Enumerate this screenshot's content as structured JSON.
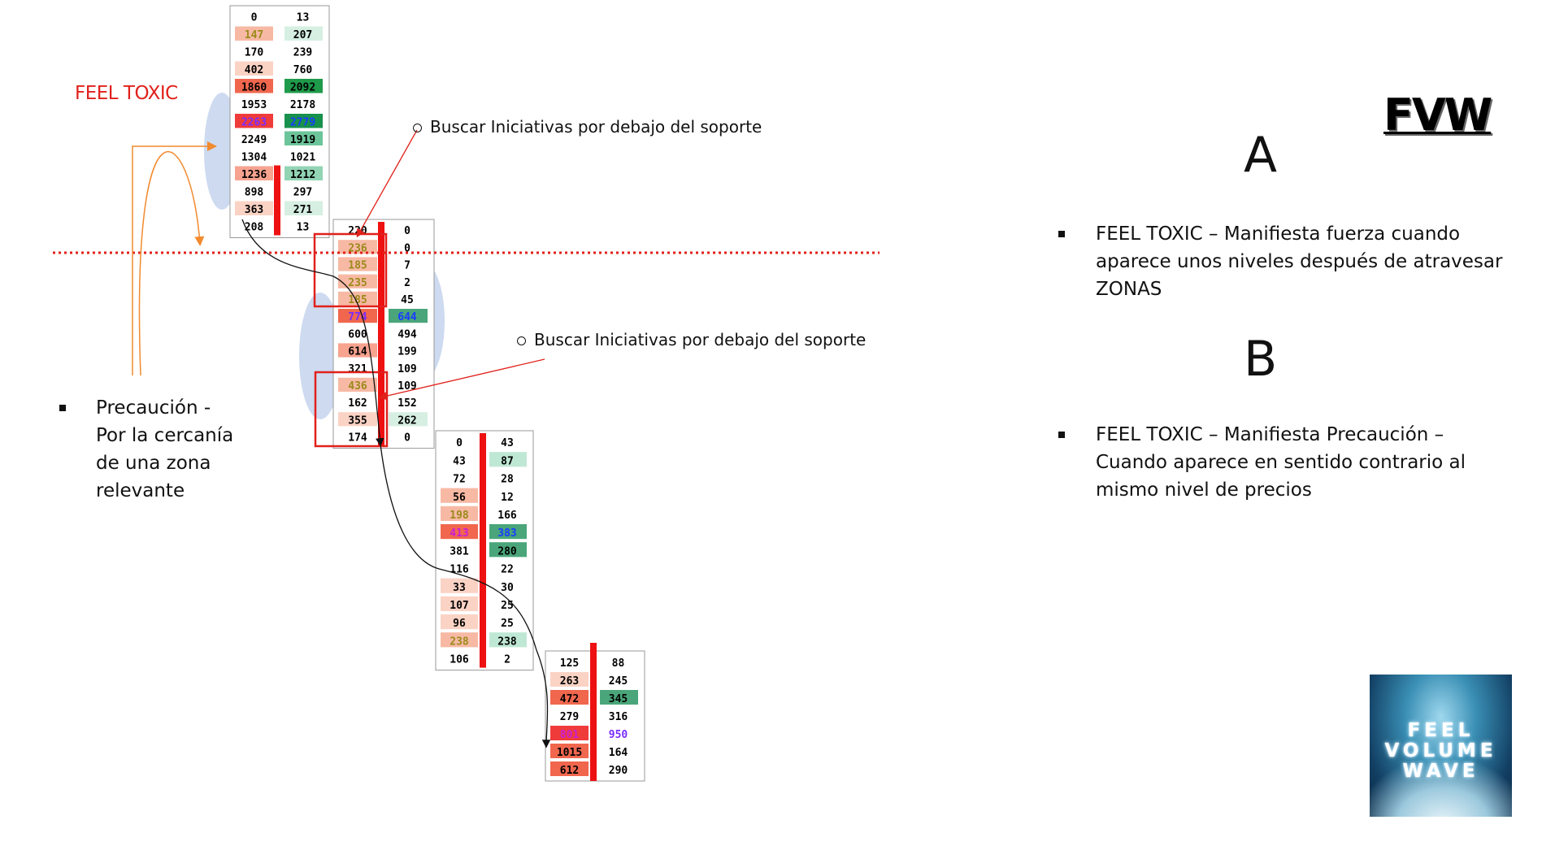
{
  "labels": {
    "feel_toxic": "FEEL TOXIC",
    "logo": "FVW",
    "letter_a": "A",
    "letter_b": "B",
    "buscar_1": "Buscar Iniciativas por debajo del soporte",
    "buscar_2": "Buscar Iniciativas por debajo del soporte",
    "precaucion": [
      "Precaución -",
      "Por la cercanía",
      "de una zona",
      "relevante"
    ],
    "point_a": [
      "FEEL TOXIC – Manifiesta fuerza cuando",
      "aparece unos niveles después de atravesar",
      "ZONAS"
    ],
    "point_b": [
      "FEEL TOXIC – Manifiesta Precaución –",
      "Cuando aparece en sentido contrario al",
      "mismo nivel de precios"
    ],
    "thumb": [
      "FEEL",
      "VOLUME",
      "WAVE"
    ]
  },
  "colors": {
    "red_text": "#e0211b",
    "red_bar": "#ee1111",
    "dotted_line": "#e0211b",
    "orange_arrow": "#f28a2e",
    "ellipse": "#c8d6ee"
  },
  "footprints": [
    {
      "name": "footprint-1",
      "rows": [
        [
          "0",
          "13"
        ],
        [
          "147",
          "207"
        ],
        [
          "170",
          "239"
        ],
        [
          "402",
          "760"
        ],
        [
          "1860",
          "2092"
        ],
        [
          "1953",
          "2178"
        ],
        [
          "2263",
          "2779"
        ],
        [
          "2249",
          "1919"
        ],
        [
          "1304",
          "1021"
        ],
        [
          "1236",
          "1212"
        ],
        [
          "898",
          "297"
        ],
        [
          "363",
          "271"
        ],
        [
          "208",
          "13"
        ]
      ],
      "left_bg": [
        "",
        "#f7b9a4",
        "",
        "#fbd3c5",
        "#f0674e",
        "",
        "#f03b3b",
        "",
        "",
        "#f7a38f",
        "",
        "#fbd3c5",
        ""
      ],
      "left_fg": [
        "#000",
        "#9a8a1a",
        "#000",
        "#000",
        "#000",
        "#000",
        "#7a2cff",
        "#000",
        "#000",
        "#000",
        "#000",
        "#000",
        "#000"
      ],
      "right_bg": [
        "",
        "#d6efe2",
        "",
        "",
        "#1e9a4a",
        "",
        "#17914c",
        "#6cc59a",
        "",
        "#92d4b4",
        "",
        "#d6efe2",
        ""
      ],
      "right_fg": [
        "#000",
        "#000",
        "#000",
        "#000",
        "#000",
        "#000",
        "#1a3cff",
        "#000",
        "#000",
        "#000",
        "#000",
        "#000",
        "#000"
      ]
    },
    {
      "name": "footprint-2",
      "rows": [
        [
          "220",
          "0"
        ],
        [
          "236",
          "0"
        ],
        [
          "185",
          "7"
        ],
        [
          "235",
          "2"
        ],
        [
          "185",
          "45"
        ],
        [
          "774",
          "644"
        ],
        [
          "600",
          "494"
        ],
        [
          "614",
          "199"
        ],
        [
          "321",
          "109"
        ],
        [
          "436",
          "109"
        ],
        [
          "162",
          "152"
        ],
        [
          "355",
          "262"
        ],
        [
          "174",
          "0"
        ]
      ],
      "left_bg": [
        "",
        "#f7b9a4",
        "#f7b9a4",
        "#f7b9a4",
        "#f7b9a4",
        "#f0674e",
        "",
        "#f7a38f",
        "",
        "#f7b9a4",
        "",
        "#fbd3c5",
        ""
      ],
      "left_fg": [
        "#000",
        "#9a8a1a",
        "#9a8a1a",
        "#9a8a1a",
        "#9a8a1a",
        "#7a2cff",
        "#000",
        "#000",
        "#000",
        "#9a8a1a",
        "#000",
        "#000",
        "#000"
      ],
      "right_bg": [
        "",
        "",
        "",
        "",
        "",
        "#4aa67a",
        "",
        "",
        "",
        "",
        "",
        "#d6efe2",
        ""
      ],
      "right_fg": [
        "#000",
        "#000",
        "#000",
        "#000",
        "#000",
        "#1a3cff",
        "#000",
        "#000",
        "#000",
        "#000",
        "#000",
        "#000",
        "#000"
      ]
    },
    {
      "name": "footprint-3",
      "rows": [
        [
          "0",
          "43"
        ],
        [
          "43",
          "87"
        ],
        [
          "72",
          "28"
        ],
        [
          "56",
          "12"
        ],
        [
          "198",
          "166"
        ],
        [
          "413",
          "383"
        ],
        [
          "381",
          "280"
        ],
        [
          "116",
          "22"
        ],
        [
          "33",
          "30"
        ],
        [
          "107",
          "25"
        ],
        [
          "96",
          "25"
        ],
        [
          "238",
          "238"
        ],
        [
          "106",
          "2"
        ]
      ],
      "left_bg": [
        "",
        "",
        "",
        "#f7b9a4",
        "#f7b9a4",
        "#f0674e",
        "",
        "",
        "#fbd3c5",
        "#fbd3c5",
        "#fbd3c5",
        "#f7b9a4",
        ""
      ],
      "left_fg": [
        "#000",
        "#000",
        "#000",
        "#000",
        "#9a8a1a",
        "#c81ed8",
        "#000",
        "#000",
        "#000",
        "#000",
        "#000",
        "#9a8a1a",
        "#000"
      ],
      "right_bg": [
        "",
        "#bfe8d4",
        "",
        "",
        "",
        "#4aa67a",
        "#4aa67a",
        "",
        "",
        "",
        "",
        "#bfe8d4",
        ""
      ],
      "right_fg": [
        "#000",
        "#000",
        "#000",
        "#000",
        "#000",
        "#1a3cff",
        "#000",
        "#000",
        "#000",
        "#000",
        "#000",
        "#000",
        "#000"
      ]
    },
    {
      "name": "footprint-4",
      "rows": [
        [
          "125",
          "88"
        ],
        [
          "263",
          "245"
        ],
        [
          "472",
          "345"
        ],
        [
          "279",
          "316"
        ],
        [
          "801",
          "950"
        ],
        [
          "1015",
          "164"
        ],
        [
          "612",
          "290"
        ]
      ],
      "left_bg": [
        "",
        "#fbd3c5",
        "#f0674e",
        "",
        "#f03b3b",
        "#f0674e",
        "#f0674e"
      ],
      "left_fg": [
        "#000",
        "#000",
        "#000",
        "#000",
        "#c81ed8",
        "#000",
        "#000"
      ],
      "right_bg": [
        "",
        "",
        "#4aa67a",
        "",
        "",
        "",
        ""
      ],
      "right_fg": [
        "#000",
        "#000",
        "#000",
        "#000",
        "#7a2cff",
        "#000",
        "#000"
      ]
    }
  ]
}
